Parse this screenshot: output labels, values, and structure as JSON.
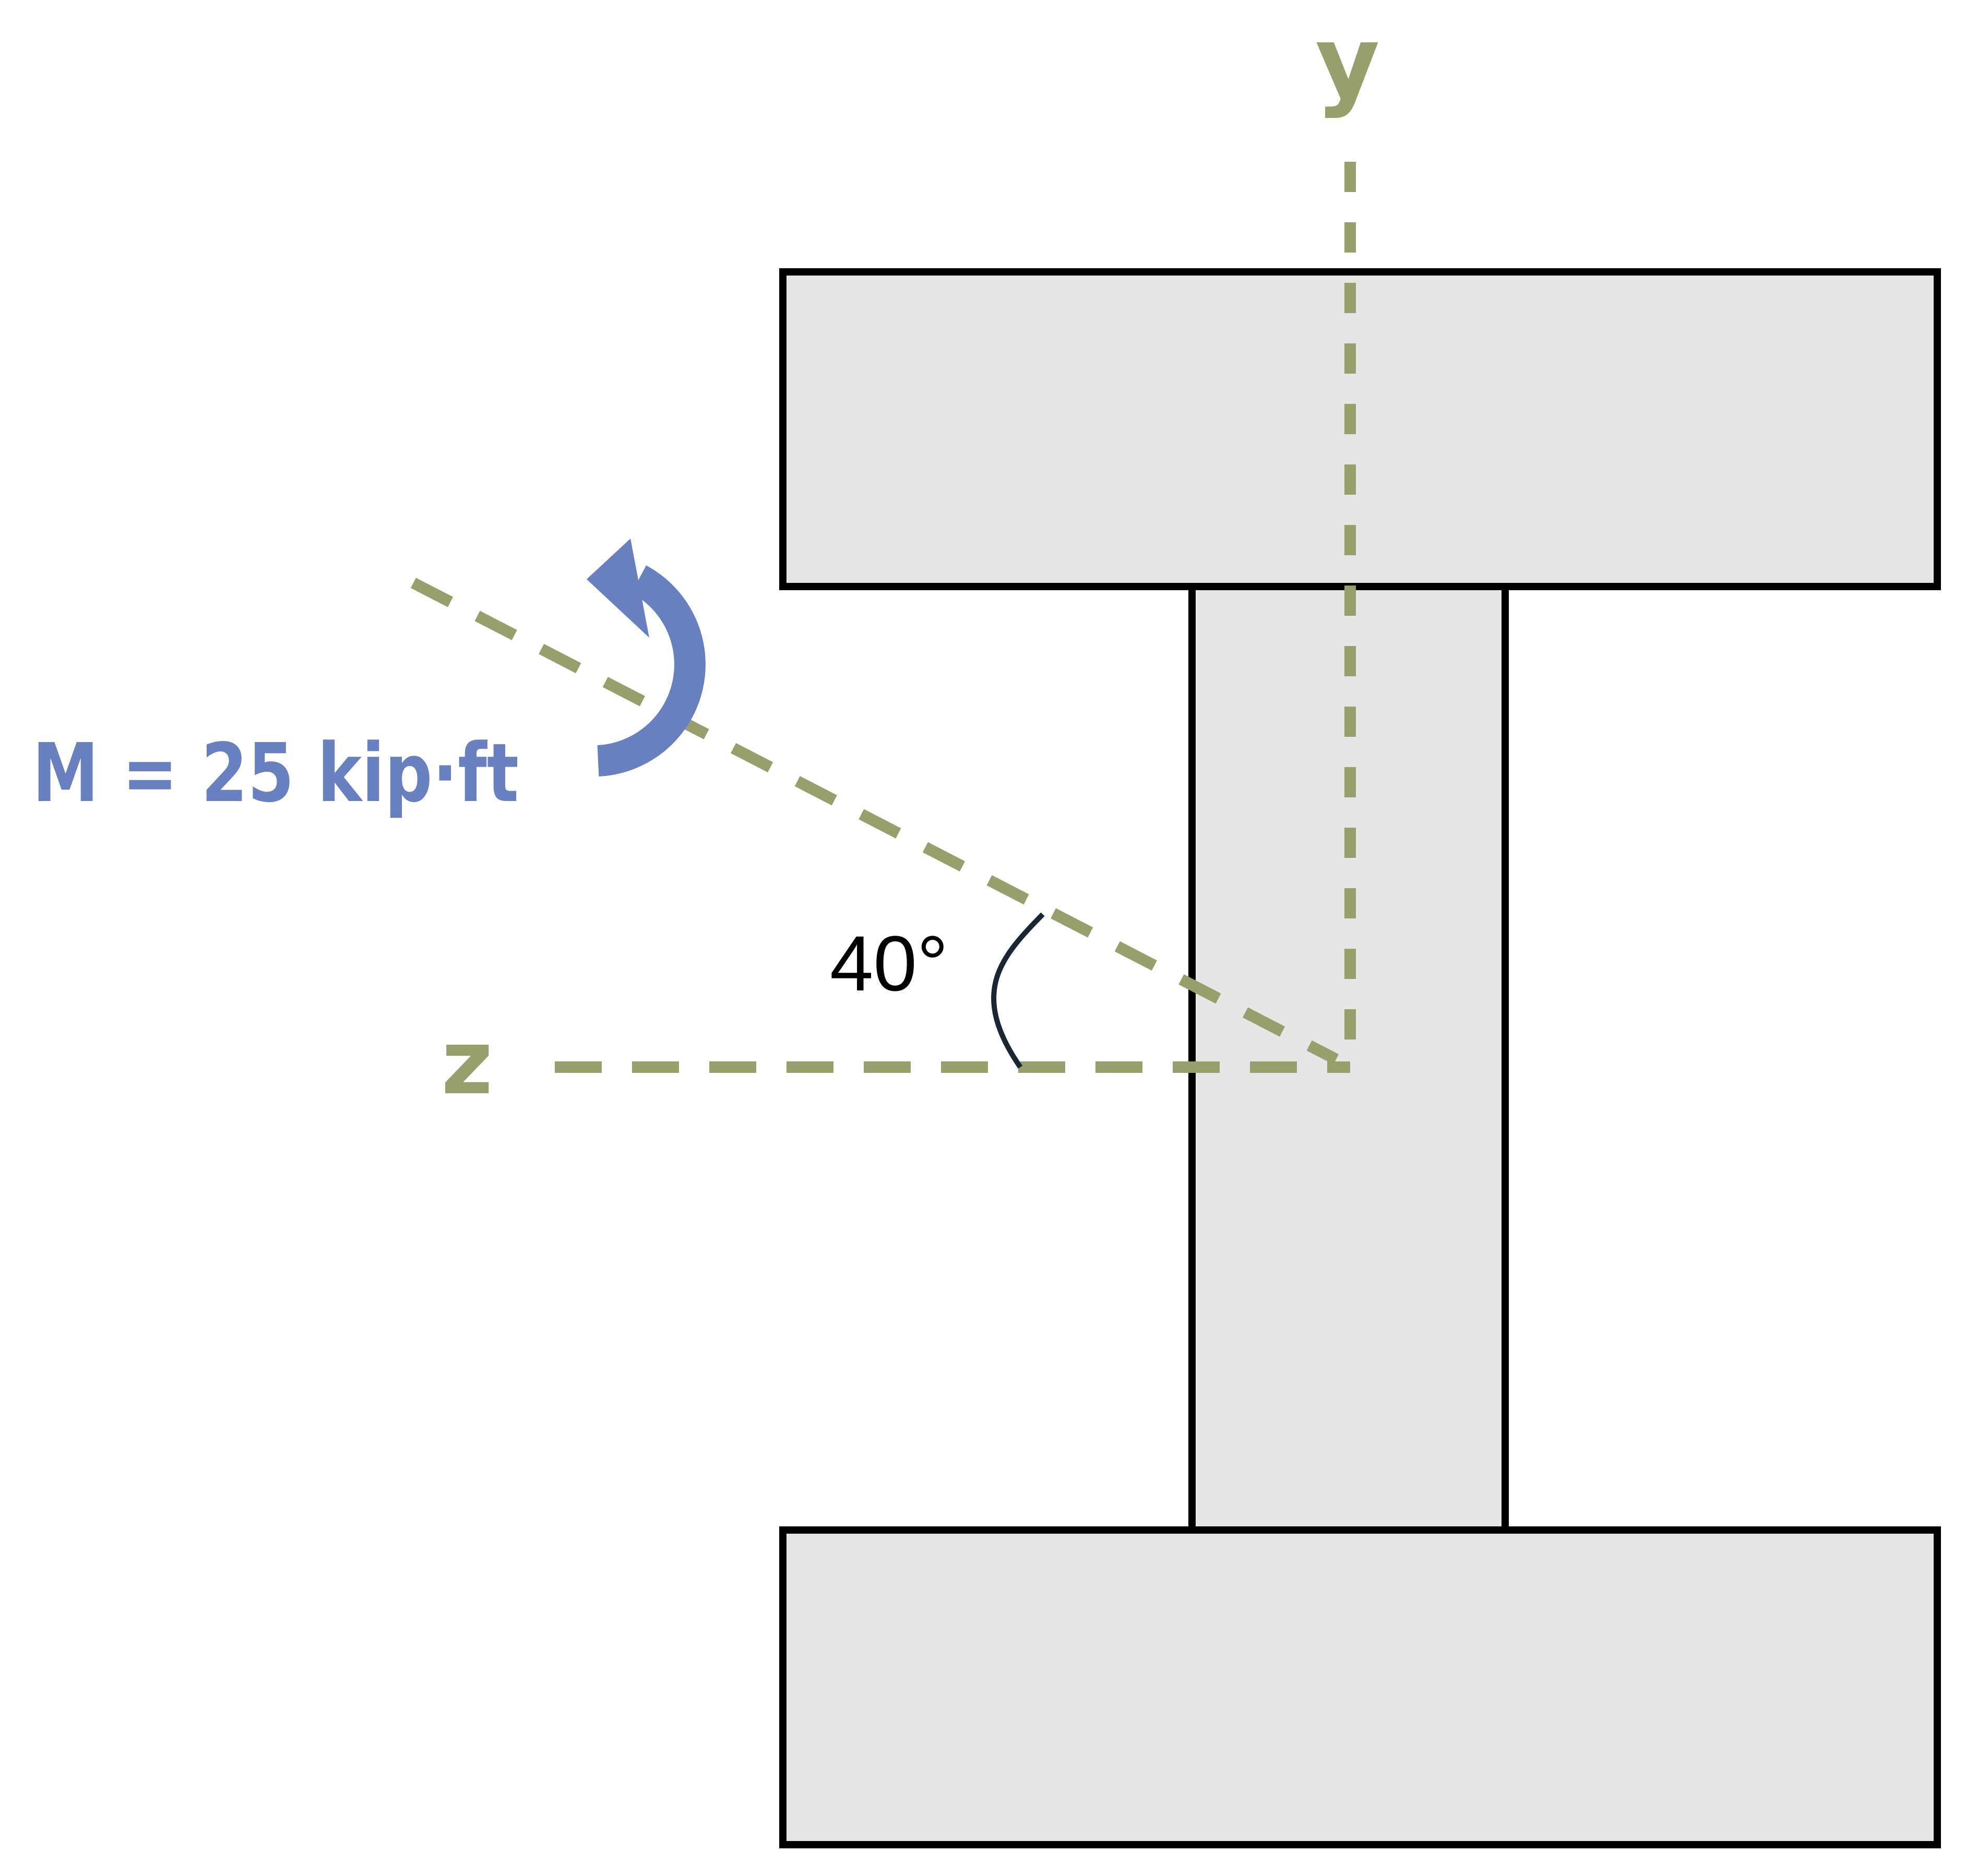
{
  "diagram": {
    "axis_y_label": "y",
    "axis_z_label": "z",
    "moment_label": "M = 25 kip·ft",
    "angle_label": "40°",
    "angle_value_deg": 40,
    "colors": {
      "axis": "#979F6C",
      "moment": "#6880C0",
      "section_fill": "#E6E6E6",
      "section_stroke": "#000000",
      "angle_arc": "#1A2733",
      "angle_text": "#000000"
    }
  }
}
